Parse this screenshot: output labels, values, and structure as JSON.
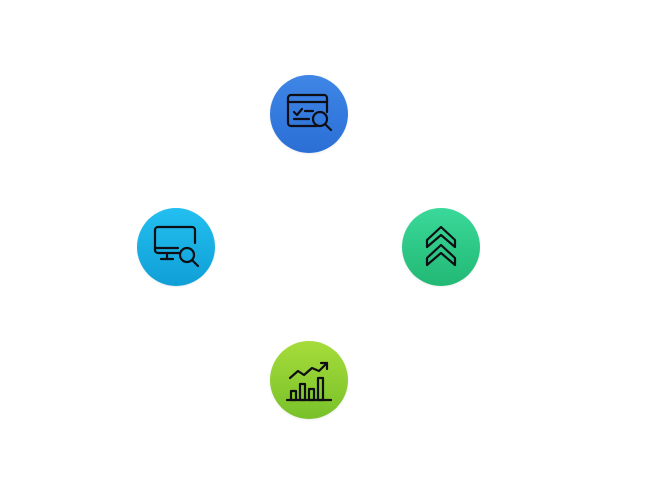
{
  "nodes": [
    {
      "id": "top",
      "icon": "web-page-search-icon",
      "gradient": [
        "#3f86e6",
        "#2b6fd6"
      ]
    },
    {
      "id": "left",
      "icon": "monitor-search-icon",
      "gradient": [
        "#23bff0",
        "#0f9fd6"
      ]
    },
    {
      "id": "right",
      "icon": "chevrons-up-icon",
      "gradient": [
        "#3ad99a",
        "#22b874"
      ]
    },
    {
      "id": "bottom",
      "icon": "growth-chart-icon",
      "gradient": [
        "#a6dc3a",
        "#78c12a"
      ]
    }
  ]
}
